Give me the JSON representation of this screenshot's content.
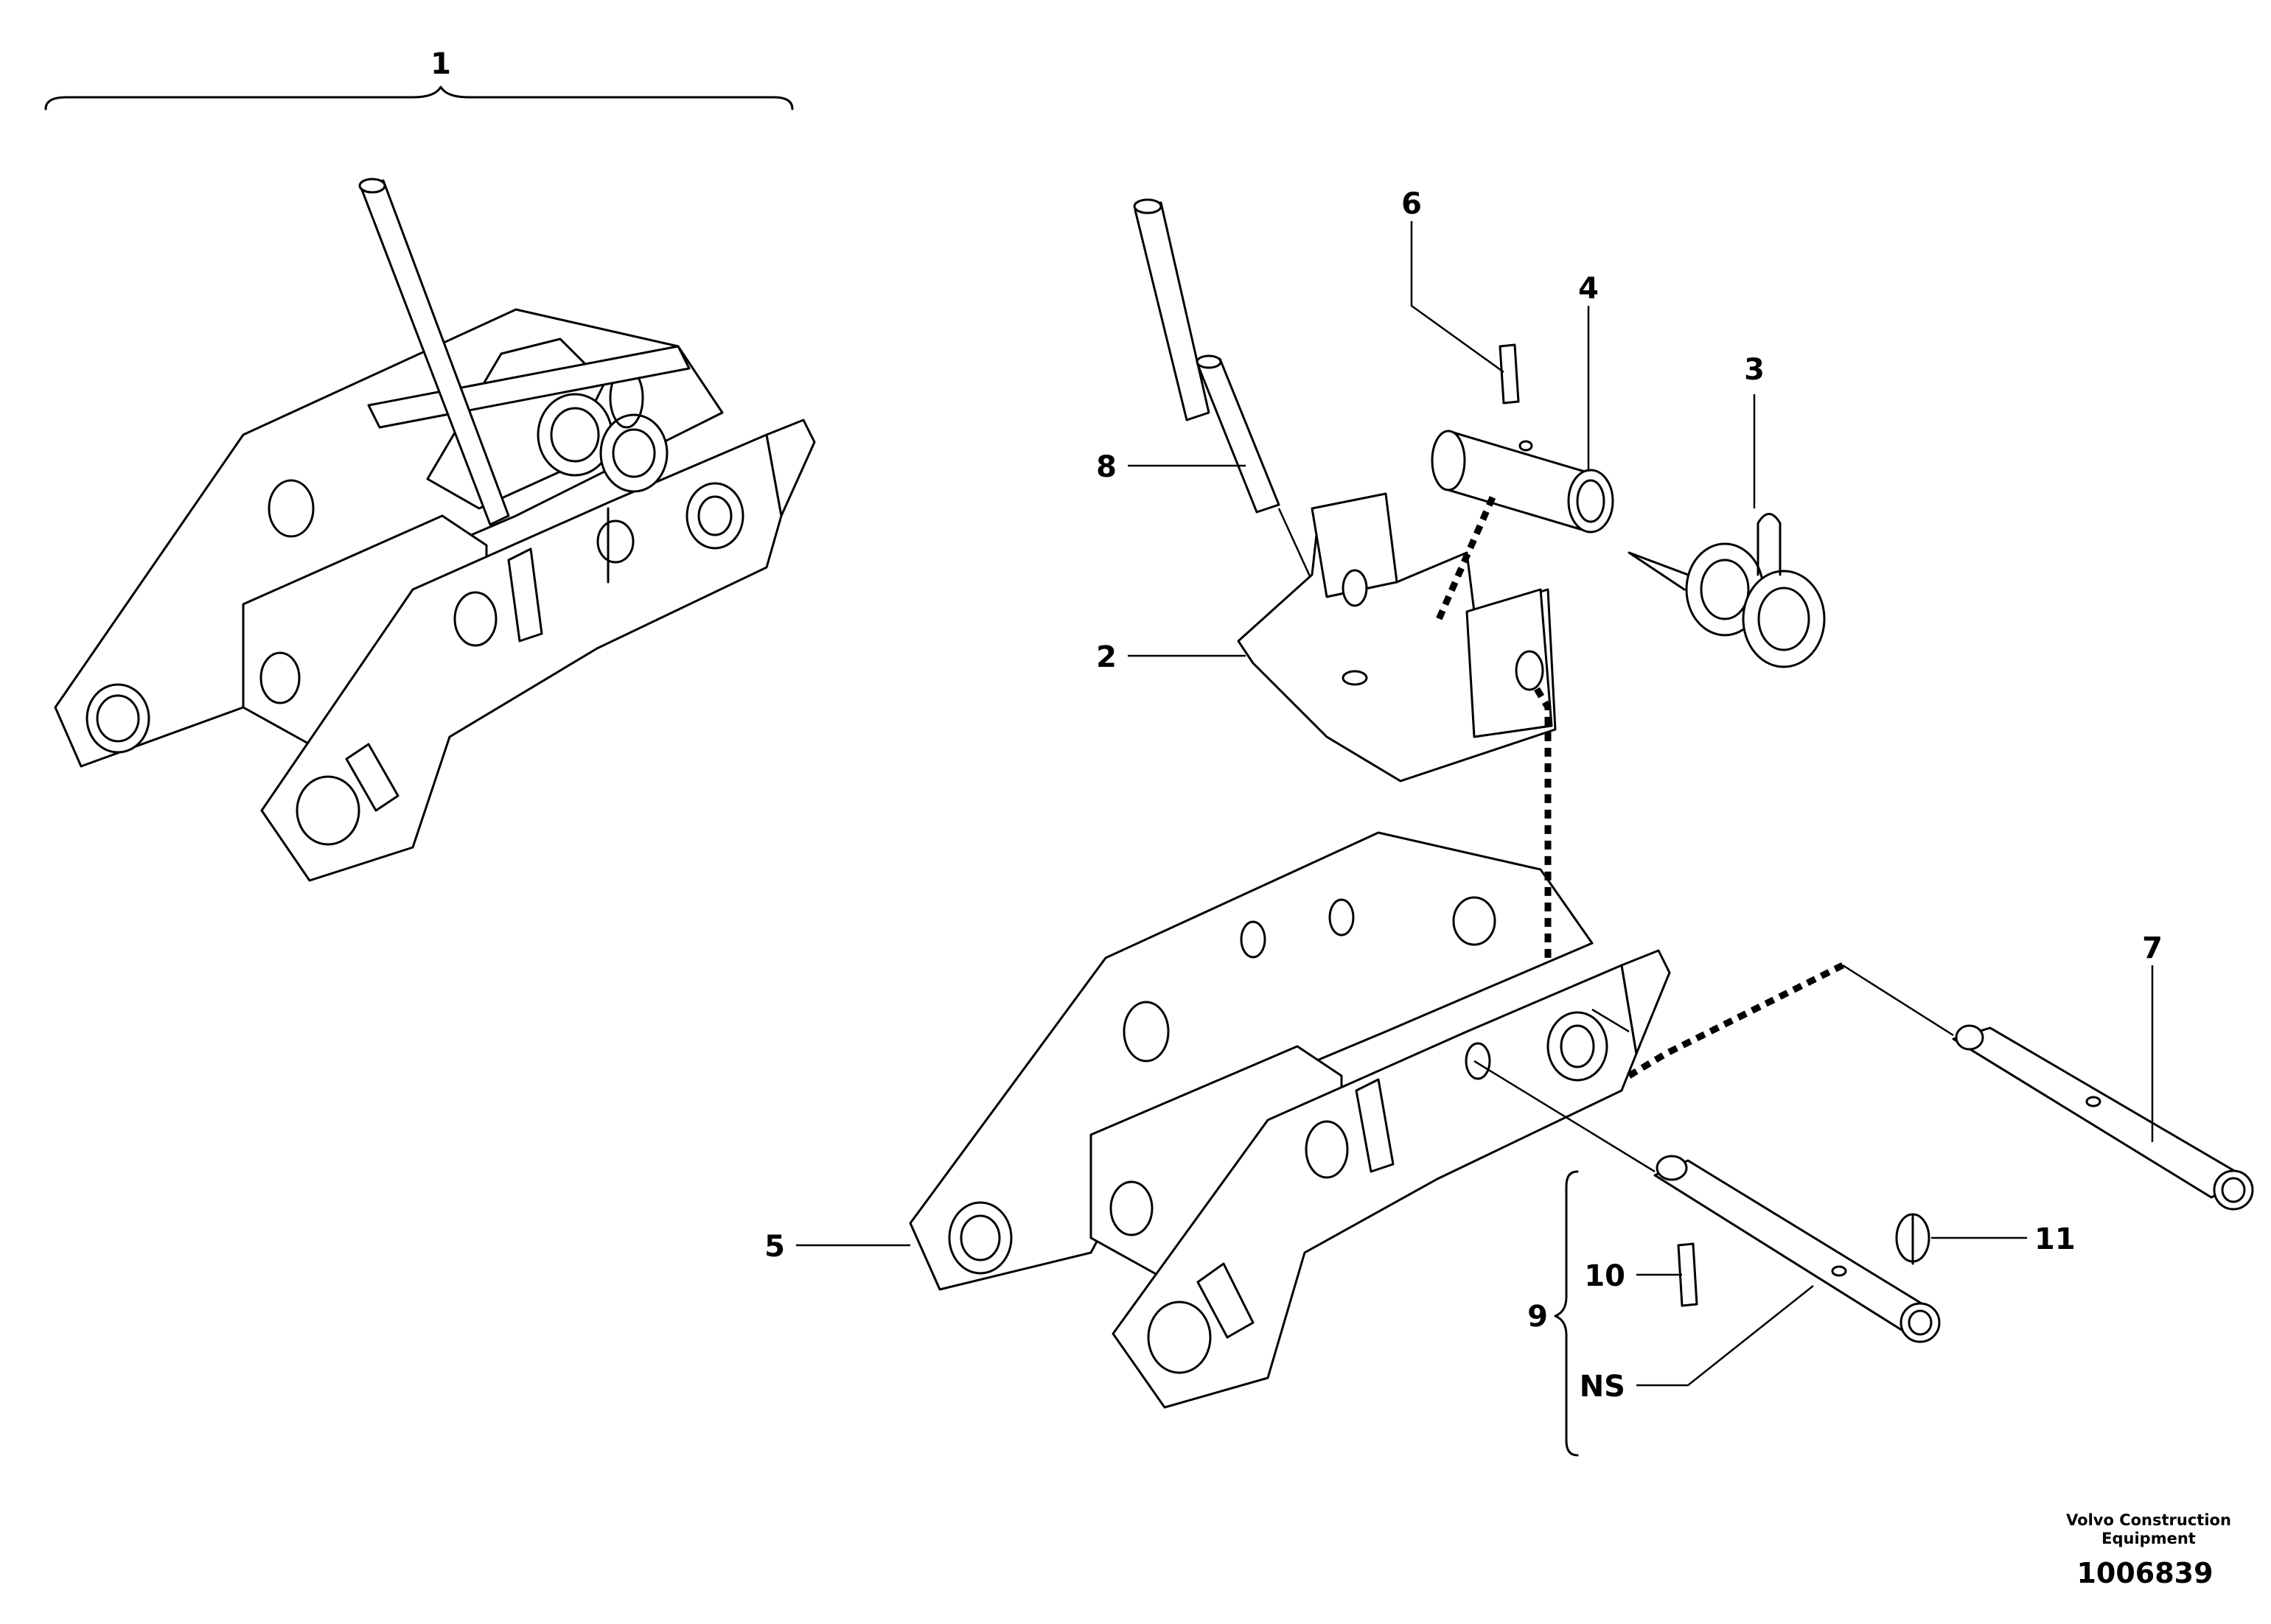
{
  "callouts": {
    "c1": "1",
    "c2": "2",
    "c3": "3",
    "c4": "4",
    "c5": "5",
    "c6": "6",
    "c7": "7",
    "c8": "8",
    "c9": "9",
    "c10": "10",
    "c11": "11",
    "ns": "NS"
  },
  "footer": {
    "brand_line1": "Volvo Construction",
    "brand_line2": "Equipment",
    "doc_number": "1006839"
  }
}
